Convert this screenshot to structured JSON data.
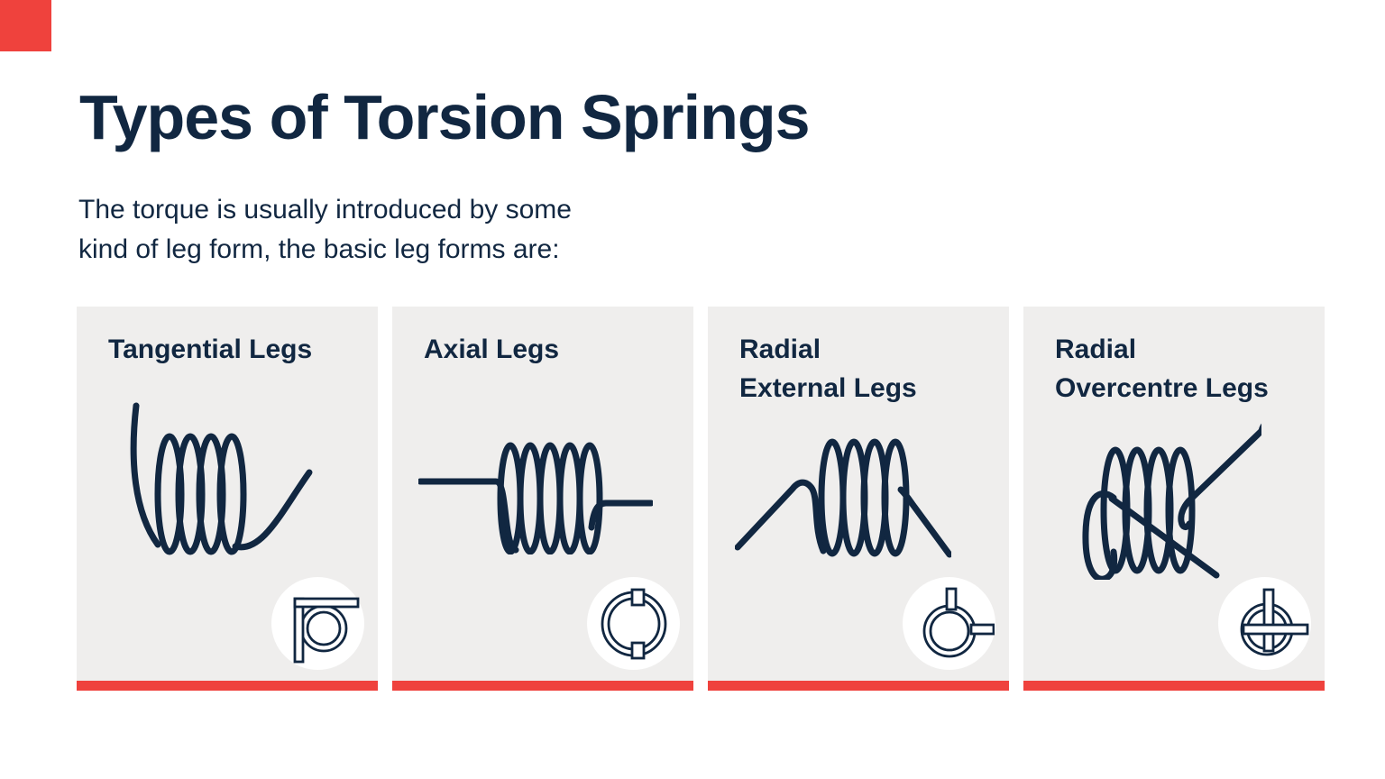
{
  "colors": {
    "navy": "#112741",
    "accent_red": "#EF423D",
    "card_background": "#EFEEED",
    "page_background": "#FFFFFF"
  },
  "header": {
    "title": "Types of Torsion Springs",
    "subtitle_line1": "The torque is usually introduced by some",
    "subtitle_line2": "kind of leg form, the basic leg forms are:"
  },
  "cards": [
    {
      "title_line1": "Tangential Legs",
      "title_line2": "",
      "icon": "tangential-end-view-icon",
      "illustration": "tangential-legs-spring"
    },
    {
      "title_line1": "Axial Legs",
      "title_line2": "",
      "icon": "axial-end-view-icon",
      "illustration": "axial-legs-spring"
    },
    {
      "title_line1": "Radial",
      "title_line2": "External Legs",
      "icon": "radial-external-end-view-icon",
      "illustration": "radial-external-legs-spring"
    },
    {
      "title_line1": "Radial",
      "title_line2": "Overcentre Legs",
      "icon": "radial-overcentre-end-view-icon",
      "illustration": "radial-overcentre-legs-spring"
    }
  ]
}
